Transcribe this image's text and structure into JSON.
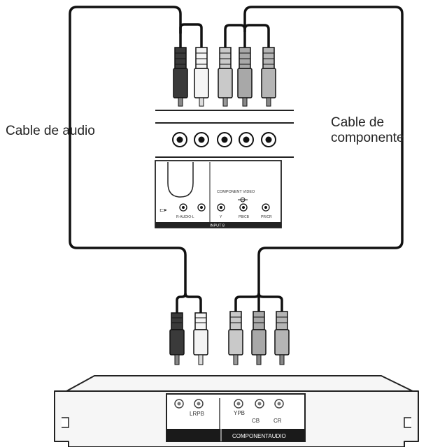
{
  "labels": {
    "audio_cable": "Cable de audio",
    "component_cable_line1": "Cable de",
    "component_cable_line2": "componente"
  },
  "tv_panel": {
    "section_label": "COMPONENT VIDEO",
    "input_label": "INPUT 8",
    "audio_jack_label": "R-AUDIO-L",
    "video_jack_labels": [
      "Y",
      "PB/CB",
      "PR/CR"
    ]
  },
  "device": {
    "label_lr": "LRPB",
    "label_y": "YPB",
    "label_cb": "CB",
    "label_cr": "CR",
    "strip_text": "COMPONENTAUDIO"
  },
  "colors": {
    "cable": "#111111",
    "plug_red": "#3a3a3a",
    "plug_white": "#f4f4f4",
    "plug_gray": "#c9c9c9",
    "panel_stroke": "#222222",
    "device_body": "#f6f6f6"
  }
}
